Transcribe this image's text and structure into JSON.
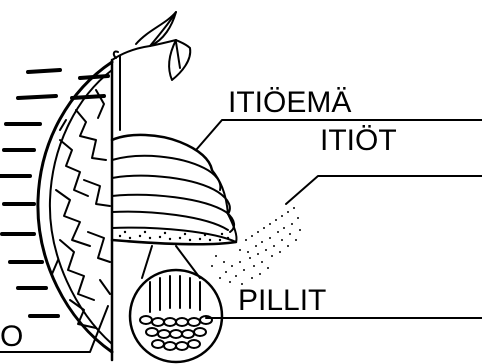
{
  "diagram": {
    "labels": {
      "fruiting_body": "ITIÖEMÄ",
      "spores": "ITIÖT",
      "tubes": "PILLIT",
      "partial_left": "O"
    },
    "colors": {
      "ink": "#000000",
      "background": "#ffffff"
    }
  }
}
